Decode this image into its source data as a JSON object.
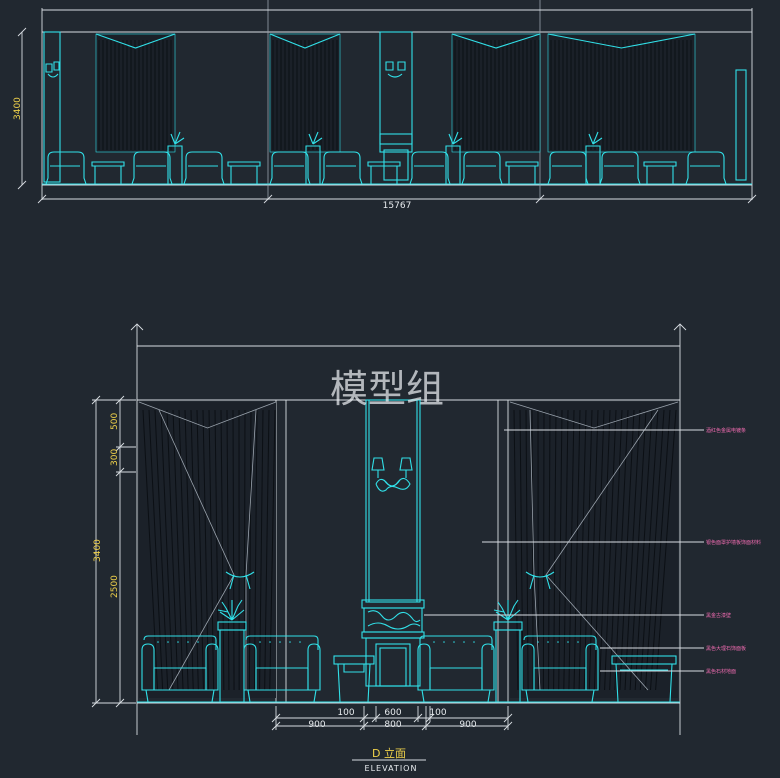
{
  "watermark": "模型组",
  "top_elevation": {
    "height_dim": "3400",
    "width_dim": "15767"
  },
  "bottom_elevation": {
    "vertical_dims": [
      "500",
      "300",
      "3400",
      "2500"
    ],
    "horizontal_dims_upper": [
      "100",
      "600",
      "100"
    ],
    "horizontal_dims_lower": [
      "900",
      "800",
      "900"
    ],
    "callouts": [
      "酒红色金属电镀条",
      "银色面罩护墙板饰面材料",
      "黑金古漆壁",
      "黑色大理石饰面板",
      "黑色石材地面"
    ],
    "title": "D 立面",
    "subtitle": "ELEVATION"
  },
  "colors": {
    "background": "#212830",
    "lines_cyan": "#31e0e8",
    "lines_white": "#d8dde2",
    "dims_yellow": "#f0d24a",
    "notes_magenta": "#f06bb0"
  }
}
